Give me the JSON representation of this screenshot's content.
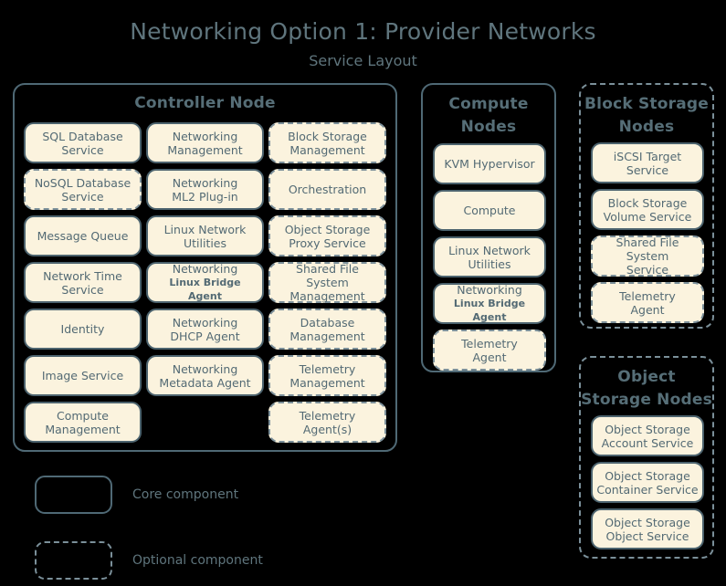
{
  "header": {
    "title": "Networking Option 1: Provider Networks",
    "subtitle": "Service Layout"
  },
  "colors": {
    "background": "#000000",
    "box_fill": "#fbf3de",
    "box_border_core": "#4c636e",
    "box_border_optional": "#7c909a",
    "group_border_core": "#4f6975",
    "group_border_optional": "#7b909a",
    "text": "#536a74",
    "title_text": "#5f757d",
    "group_title_text": "#566e77"
  },
  "groups": [
    {
      "id": "controller-node",
      "title": "Controller Node",
      "style": "core",
      "columns": [
        {
          "id": "controller-col-1",
          "items": [
            {
              "line1": "SQL Database",
              "line2": "Service",
              "style": "core"
            },
            {
              "line1": "NoSQL Database",
              "line2": "Service",
              "style": "optional"
            },
            {
              "line1": "Message Queue",
              "line2": "",
              "style": "core"
            },
            {
              "line1": "Network Time",
              "line2": "Service",
              "style": "core"
            },
            {
              "line1": "Identity",
              "line2": "",
              "style": "core"
            },
            {
              "line1": "Image Service",
              "line2": "",
              "style": "core"
            },
            {
              "line1": "Compute",
              "line2": "Management",
              "style": "core"
            }
          ]
        },
        {
          "id": "controller-col-2",
          "items": [
            {
              "line1": "Networking",
              "line2": "Management",
              "style": "core"
            },
            {
              "line1": "Networking",
              "line2": "ML2 Plug-in",
              "style": "core"
            },
            {
              "line1": "Linux Network",
              "line2": "Utilities",
              "style": "core"
            },
            {
              "line1": "Networking",
              "line2": "Linux Bridge Agent",
              "style": "core",
              "small_second_line": true
            },
            {
              "line1": "Networking",
              "line2": "DHCP Agent",
              "style": "core"
            },
            {
              "line1": "Networking",
              "line2": "Metadata Agent",
              "style": "core"
            },
            {
              "line1": "",
              "line2": "",
              "style": "spacer"
            }
          ]
        },
        {
          "id": "controller-col-3",
          "items": [
            {
              "line1": "Block Storage",
              "line2": "Management",
              "style": "optional"
            },
            {
              "line1": "Orchestration",
              "line2": "",
              "style": "optional"
            },
            {
              "line1": "Object Storage",
              "line2": "Proxy Service",
              "style": "optional"
            },
            {
              "line1": "Shared File System",
              "line2": "Management",
              "style": "optional"
            },
            {
              "line1": "Database",
              "line2": "Management",
              "style": "optional"
            },
            {
              "line1": "Telemetry",
              "line2": "Management",
              "style": "optional"
            },
            {
              "line1": "Telemetry",
              "line2": "Agent(s)",
              "style": "optional"
            }
          ]
        }
      ]
    },
    {
      "id": "compute-nodes",
      "title": "Compute Nodes",
      "style": "core",
      "items": [
        {
          "line1": "KVM Hypervisor",
          "line2": "",
          "style": "core"
        },
        {
          "line1": "Compute",
          "line2": "",
          "style": "core"
        },
        {
          "line1": "Linux Network",
          "line2": "Utilities",
          "style": "core"
        },
        {
          "line1": "Networking",
          "line2": "Linux Bridge Agent",
          "style": "core",
          "small_second_line": true
        },
        {
          "line1": "Telemetry",
          "line2": "Agent",
          "style": "optional"
        }
      ]
    },
    {
      "id": "block-storage-nodes",
      "title": "Block Storage Nodes",
      "style": "optional",
      "items": [
        {
          "line1": "iSCSI Target",
          "line2": "Service",
          "style": "core"
        },
        {
          "line1": "Block Storage",
          "line2": "Volume Service",
          "style": "core"
        },
        {
          "line1": "Shared File System",
          "line2": "Service",
          "style": "optional"
        },
        {
          "line1": "Telemetry",
          "line2": "Agent",
          "style": "optional"
        }
      ]
    },
    {
      "id": "object-storage-nodes",
      "title": "Object Storage Nodes",
      "style": "optional",
      "items": [
        {
          "line1": "Object Storage",
          "line2": "Account Service",
          "style": "core"
        },
        {
          "line1": "Object Storage",
          "line2": "Container Service",
          "style": "core"
        },
        {
          "line1": "Object Storage",
          "line2": "Object Service",
          "style": "core"
        }
      ]
    }
  ],
  "legend": [
    {
      "style": "core",
      "label": "Core component"
    },
    {
      "style": "optional",
      "label": "Optional component"
    }
  ]
}
